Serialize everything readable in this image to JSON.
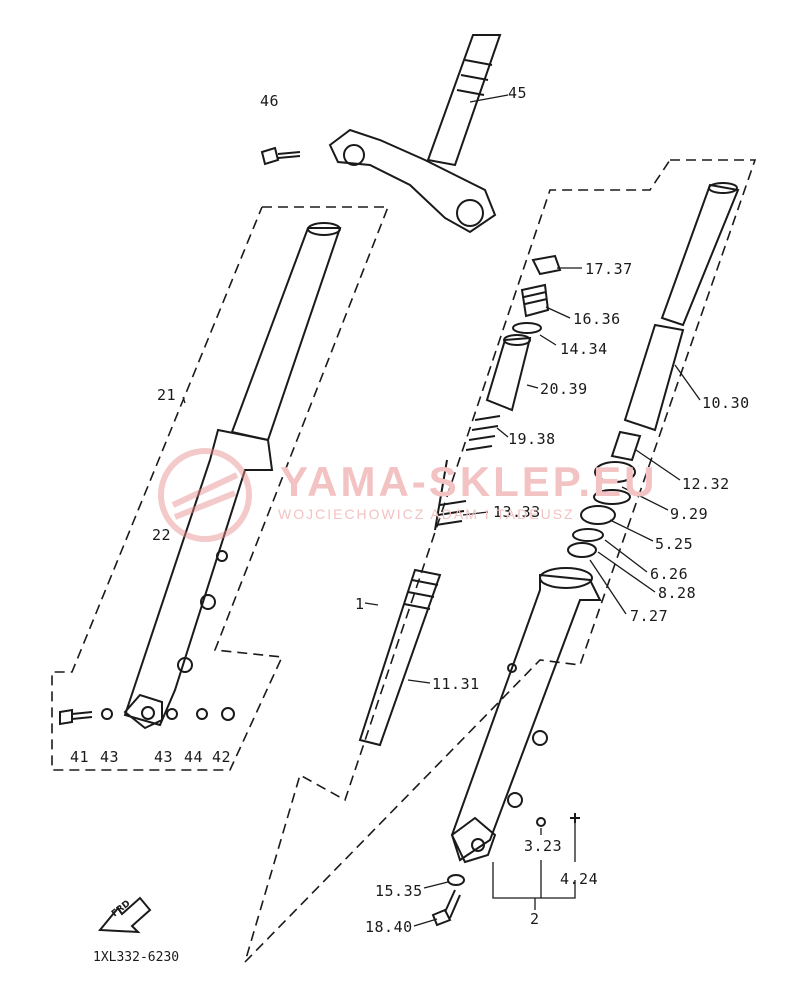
{
  "watermark": {
    "title": "YAMA-SKLEP.EU",
    "subtitle": "WOJCIECHOWICZ ADAM I TADEUSZ",
    "color": "#f3c2c2"
  },
  "drawing_code": "1XL332-6230",
  "direction_arrow": "FRD",
  "callouts": [
    "45",
    "46",
    "17.37",
    "16.36",
    "14.34",
    "20.39",
    "19.38",
    "13.33",
    "21",
    "22",
    "1",
    "11.31",
    "10.30",
    "12.32",
    "9.29",
    "5.25",
    "6.26",
    "8.28",
    "7.27",
    "3.23",
    "4.24",
    "2",
    "15.35",
    "18.40",
    "41",
    "43",
    "43",
    "44",
    "42"
  ],
  "colors": {
    "ink": "#1a1a1a",
    "paper": "#ffffff"
  }
}
